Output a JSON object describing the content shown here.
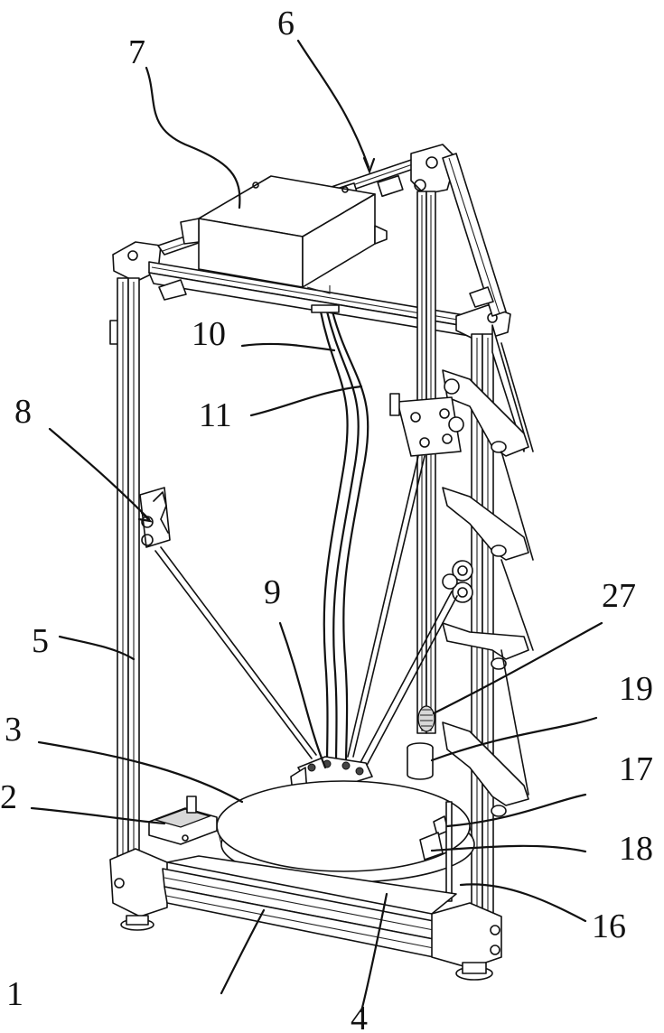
{
  "figure": {
    "callouts": [
      {
        "id": "c1",
        "text": "1"
      },
      {
        "id": "c2",
        "text": "2"
      },
      {
        "id": "c3",
        "text": "3"
      },
      {
        "id": "c4",
        "text": "4"
      },
      {
        "id": "c5",
        "text": "5"
      },
      {
        "id": "c6",
        "text": "6"
      },
      {
        "id": "c7",
        "text": "7"
      },
      {
        "id": "c8",
        "text": "8"
      },
      {
        "id": "c9",
        "text": "9"
      },
      {
        "id": "c10",
        "text": "10"
      },
      {
        "id": "c11",
        "text": "11"
      },
      {
        "id": "c16",
        "text": "16"
      },
      {
        "id": "c17",
        "text": "17"
      },
      {
        "id": "c18",
        "text": "18"
      },
      {
        "id": "c19",
        "text": "19"
      },
      {
        "id": "c27",
        "text": "27"
      }
    ]
  }
}
